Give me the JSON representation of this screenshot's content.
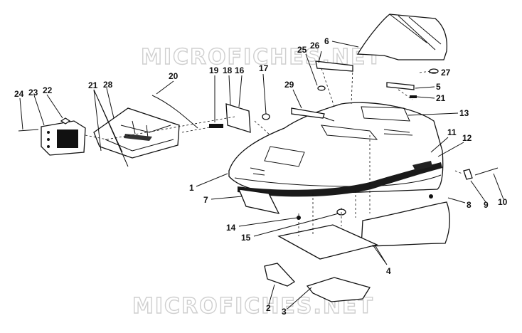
{
  "watermarks": [
    "MICROFICHES.NET",
    "MICROFICHES.NET"
  ],
  "callouts": [
    "1",
    "2",
    "3",
    "4",
    "5",
    "6",
    "7",
    "8",
    "9",
    "10",
    "11",
    "12",
    "13",
    "14",
    "15",
    "16",
    "17",
    "18",
    "19",
    "20",
    "21",
    "21",
    "22",
    "23",
    "24",
    "25",
    "26",
    "27",
    "28",
    "29"
  ]
}
